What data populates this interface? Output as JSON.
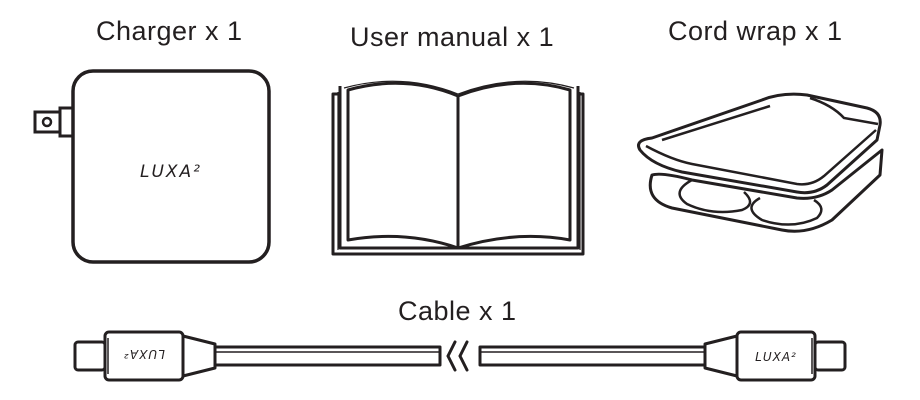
{
  "items": [
    {
      "caption": "Charger x 1",
      "logo": "LUXA²"
    },
    {
      "caption": "User manual x 1"
    },
    {
      "caption": "Cord wrap x 1"
    },
    {
      "caption": "Cable x 1",
      "logo": "LUXA²"
    }
  ],
  "colors": {
    "line": "#231f20",
    "background": "#ffffff"
  },
  "icons": [
    "charger-icon",
    "open-book-icon",
    "cord-wrap-icon",
    "usb-c-cable-icon",
    "cable-break-icon"
  ]
}
